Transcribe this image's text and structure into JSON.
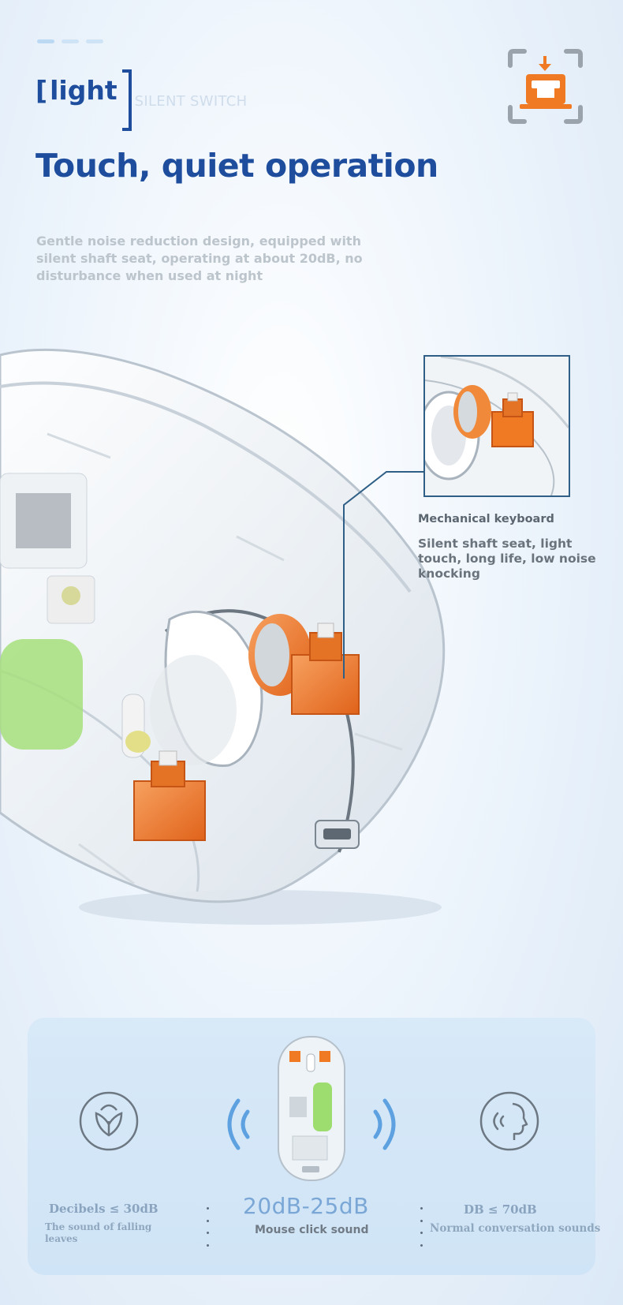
{
  "header": {
    "bracket_open": "[",
    "light_label": "light",
    "silent_switch_label": "SILENT SWITCH",
    "headline": "Touch, quiet operation",
    "description": "Gentle noise reduction design, equipped with silent shaft seat, operating at about 20dB, no disturbance when used at night",
    "corner_icon": "switch-press-icon"
  },
  "callout": {
    "title": "Mechanical keyboard",
    "description": "Silent shaft seat, light touch, long life, low noise knocking"
  },
  "stats": {
    "left": {
      "icon": "leaf-icon",
      "title": "Decibels ≤ 30dB",
      "subtitle": "The sound of falling leaves"
    },
    "middle": {
      "value": "20dB-25dB",
      "subtitle": "Mouse click sound"
    },
    "right": {
      "icon": "speaking-face-icon",
      "title": "DB ≤ 70dB",
      "subtitle": "Normal conversation sounds"
    }
  },
  "colors": {
    "brand_blue": "#1d4d9c",
    "accent_orange": "#f07a24",
    "panel_bg": "#d4e7f7",
    "callout_line": "#2f5f86"
  }
}
